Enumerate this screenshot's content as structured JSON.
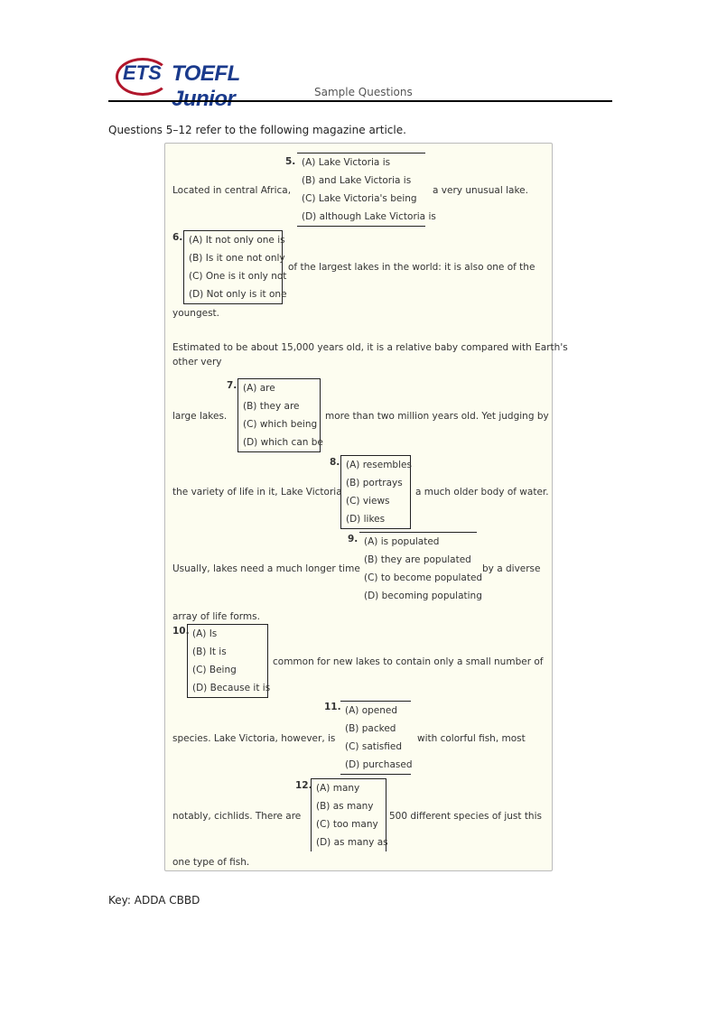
{
  "header": {
    "logo_text": "ETS TOEFL Junior",
    "subtitle": "Sample Questions"
  },
  "intro": "Questions 5–12 refer to the following magazine article.",
  "passage": {
    "q5": {
      "num": "5.",
      "before": "Located in central Africa,",
      "after": "a very unusual lake.",
      "options": [
        "(A) Lake Victoria is",
        "(B) and Lake Victoria is",
        "(C) Lake Victoria's being",
        "(D) although Lake Victoria is"
      ]
    },
    "q6": {
      "num": "6.",
      "after": "of the largest lakes in the world: it is also one of the",
      "cont": "youngest.",
      "options": [
        "(A) It not only one is",
        "(B) Is it one not only",
        "(C) One is it only not",
        "(D) Not only is it one"
      ]
    },
    "para2": "Estimated to be about 15,000 years old, it is a relative baby compared with Earth's",
    "para2b": "other very",
    "q7": {
      "num": "7.",
      "before": "large lakes.",
      "after": "more than two million years old. Yet judging by",
      "options": [
        "(A) are",
        "(B) they are",
        "(C) which being",
        "(D) which can be"
      ]
    },
    "q8": {
      "num": "8.",
      "before": "the variety of life in it, Lake Victoria",
      "after": "a much older body of water.",
      "options": [
        "(A) resembles",
        "(B) portrays",
        "(C) views",
        "(D) likes"
      ]
    },
    "q9": {
      "num": "9.",
      "before": "Usually, lakes need a much longer time",
      "after": "by a diverse",
      "cont": "array of life forms.",
      "options": [
        "(A) is populated",
        "(B) they are populated",
        "(C) to become populated",
        "(D) becoming populating"
      ]
    },
    "q10": {
      "num": "10.",
      "after": "common for new lakes to contain only a small number of",
      "options": [
        "(A) Is",
        "(B) It is",
        "(C) Being",
        "(D) Because it is"
      ]
    },
    "q11": {
      "num": "11.",
      "before": "species. Lake Victoria, however, is",
      "after": "with colorful fish, most",
      "options": [
        "(A) opened",
        "(B) packed",
        "(C) satisfied",
        "(D) purchased"
      ]
    },
    "q12": {
      "num": "12.",
      "before": "notably, cichlids. There are",
      "after": "500 different species of just this",
      "cont": "one type of fish.",
      "options": [
        "(A) many",
        "(B) as many",
        "(C) too many",
        "(D) as many as"
      ]
    }
  },
  "key": "Key: ADDA CBBD"
}
